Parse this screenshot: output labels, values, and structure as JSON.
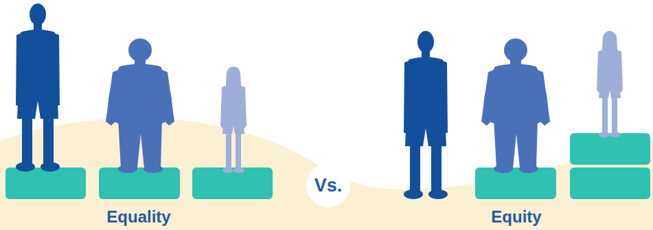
{
  "diagram": {
    "nodes": [
      {
        "text": [
          "Vs."
        ]
      }
    ],
    "labels": [
      "Equality",
      "Equity"
    ]
  }
}
